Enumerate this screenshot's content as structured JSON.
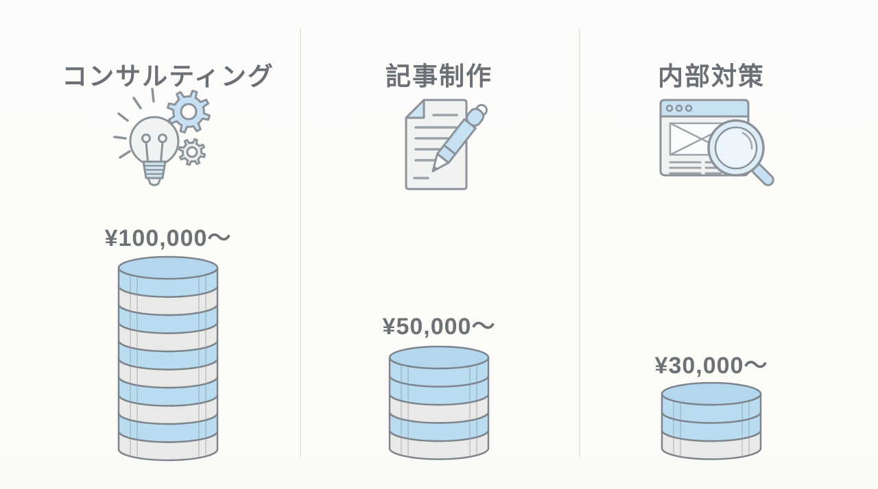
{
  "page": {
    "background": "#fcfbf9",
    "divider_color": "#e8e7e4"
  },
  "chart_data": {
    "type": "bar",
    "title": "",
    "categories": [
      "コンサルティング",
      "記事制作",
      "内部対策"
    ],
    "values": [
      100000,
      50000,
      30000
    ],
    "value_labels": [
      "¥100,000〜",
      "¥50,000〜",
      "¥30,000〜"
    ],
    "unit": "JPY",
    "encoding": "coin-stack-pictogram",
    "coin_counts": [
      10,
      5,
      3
    ],
    "legend_position": "none",
    "grid": false
  },
  "columns": [
    {
      "title": "コンサルティング",
      "icon": "lightbulb-gears-icon",
      "price": "¥100,000〜",
      "coins": [
        "blue",
        "gray",
        "blue",
        "gray",
        "blue",
        "gray",
        "blue",
        "gray",
        "blue",
        "gray"
      ]
    },
    {
      "title": "記事制作",
      "icon": "document-pen-icon",
      "price": "¥50,000〜",
      "coins": [
        "blue",
        "blue",
        "gray",
        "blue",
        "gray"
      ]
    },
    {
      "title": "内部対策",
      "icon": "browser-magnifier-icon",
      "price": "¥30,000〜",
      "coins": [
        "blue",
        "blue",
        "gray"
      ]
    }
  ],
  "colors": {
    "title_text": "#6a7075",
    "price_text": "#6d7277",
    "coin_outline": "#7d848b",
    "icon_outline": "#8b9299",
    "coin_blue_side": "#b9dcf0",
    "coin_blue_top": "#b2d7ee",
    "coin_gray_side": "#e9eae7",
    "coin_gray_top": "#edeeeb",
    "icon_blue": "#c7e1f2",
    "icon_gray": "#eceeee",
    "icon_paper": "#f1f3f3"
  }
}
